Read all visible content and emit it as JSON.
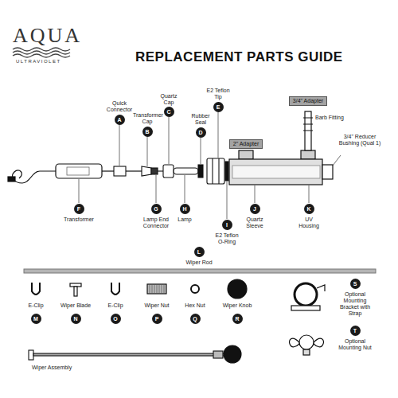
{
  "diagram": {
    "title": "REPLACEMENT PARTS GUIDE",
    "nodes": [
      {
        "text": [
          "A"
        ]
      },
      {
        "text": [
          "B"
        ]
      },
      {
        "text": [
          "C"
        ]
      },
      {
        "text": [
          "D"
        ]
      },
      {
        "text": [
          "E"
        ]
      },
      {
        "text": [
          "F"
        ]
      },
      {
        "text": [
          "G"
        ]
      },
      {
        "text": [
          "H"
        ]
      },
      {
        "text": [
          "I"
        ]
      },
      {
        "text": [
          "J"
        ]
      },
      {
        "text": [
          "K"
        ]
      },
      {
        "text": [
          "L"
        ]
      },
      {
        "text": [
          "M"
        ]
      },
      {
        "text": [
          "N"
        ]
      },
      {
        "text": [
          "O"
        ]
      },
      {
        "text": [
          "P"
        ]
      },
      {
        "text": [
          "Q"
        ]
      },
      {
        "text": [
          "R"
        ]
      },
      {
        "text": [
          "S"
        ]
      },
      {
        "text": [
          "T"
        ]
      },
      {
        "text": [
          "2\" Adapter"
        ]
      },
      {
        "text": [
          "3/4\" Adapter"
        ]
      }
    ],
    "labels": [
      "AQUA",
      "ULTRAVIOLET",
      "Quick Connector",
      "Transformer Cap",
      "Quartz Cap",
      "Rubber Seal",
      "E2 Teflon Tip",
      "3/4\" Reducer Bushing (Qual 1)",
      "Barb Fitting",
      "Transformer",
      "Lamp End Connector",
      "Lamp",
      "E2 Teflon O-Ring",
      "Quartz Sleeve",
      "UV Housing",
      "Wiper Rod",
      "E-Clip",
      "Wiper Blade",
      "E-Clip",
      "Wiper Nut",
      "Hex Nut",
      "Wiper Knob",
      "Wiper Assembly",
      "Optional Mounting Bracket with Strap",
      "Optional Mounting Nut"
    ]
  }
}
